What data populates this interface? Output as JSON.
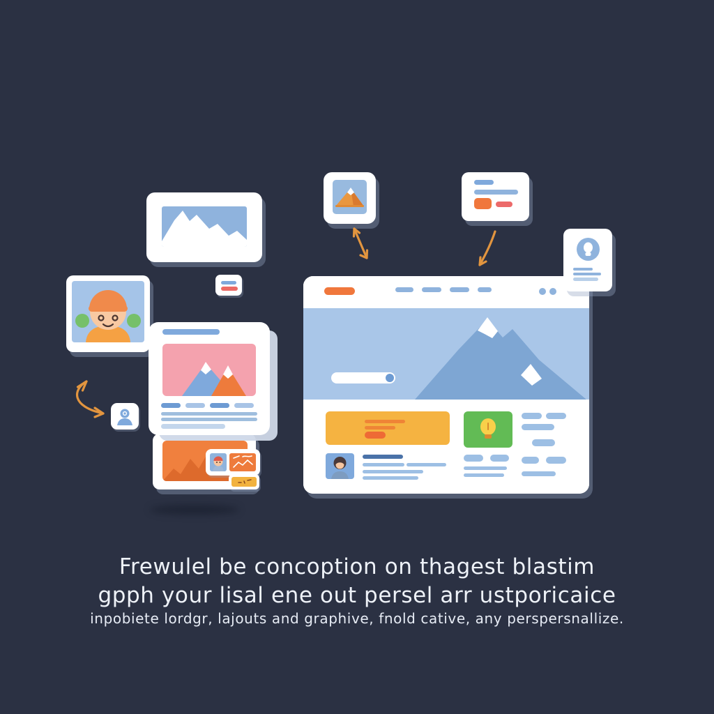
{
  "caption": {
    "line1": "Frewulel be concoption on thagest blastim",
    "line2": "gpph your lisal ene out persel arr ustporicaice",
    "line3": "inpobiete lordgr, lajouts and graphive, fnold cative, any perspersnallize."
  },
  "palette": {
    "background": "#2b3143",
    "card_white": "#ffffff",
    "blue": "#8fb3dd",
    "blue_dark": "#6d9bd3",
    "blue_pale_hero": "#a9c6e8",
    "navy_text_line": "#4a72a8",
    "orange": "#f0773c",
    "orange_banner": "#f5b341",
    "arrow_orange": "#e2953f",
    "red_pill": "#ec6a6a",
    "pink_image": "#f4a2ae",
    "green_tile": "#62bb55",
    "skin": "#f8c9a2"
  },
  "icons": {
    "mountain_image_placeholder": "mountain-with-snow-cap",
    "person_avatar": "person-with-beanie-and-headphones",
    "person_chip": "person-bust",
    "woman_avatar": "woman-with-dark-hair",
    "lightbulb": "idea-bulb",
    "arrows": "orange-hand-drawn-arrows"
  }
}
